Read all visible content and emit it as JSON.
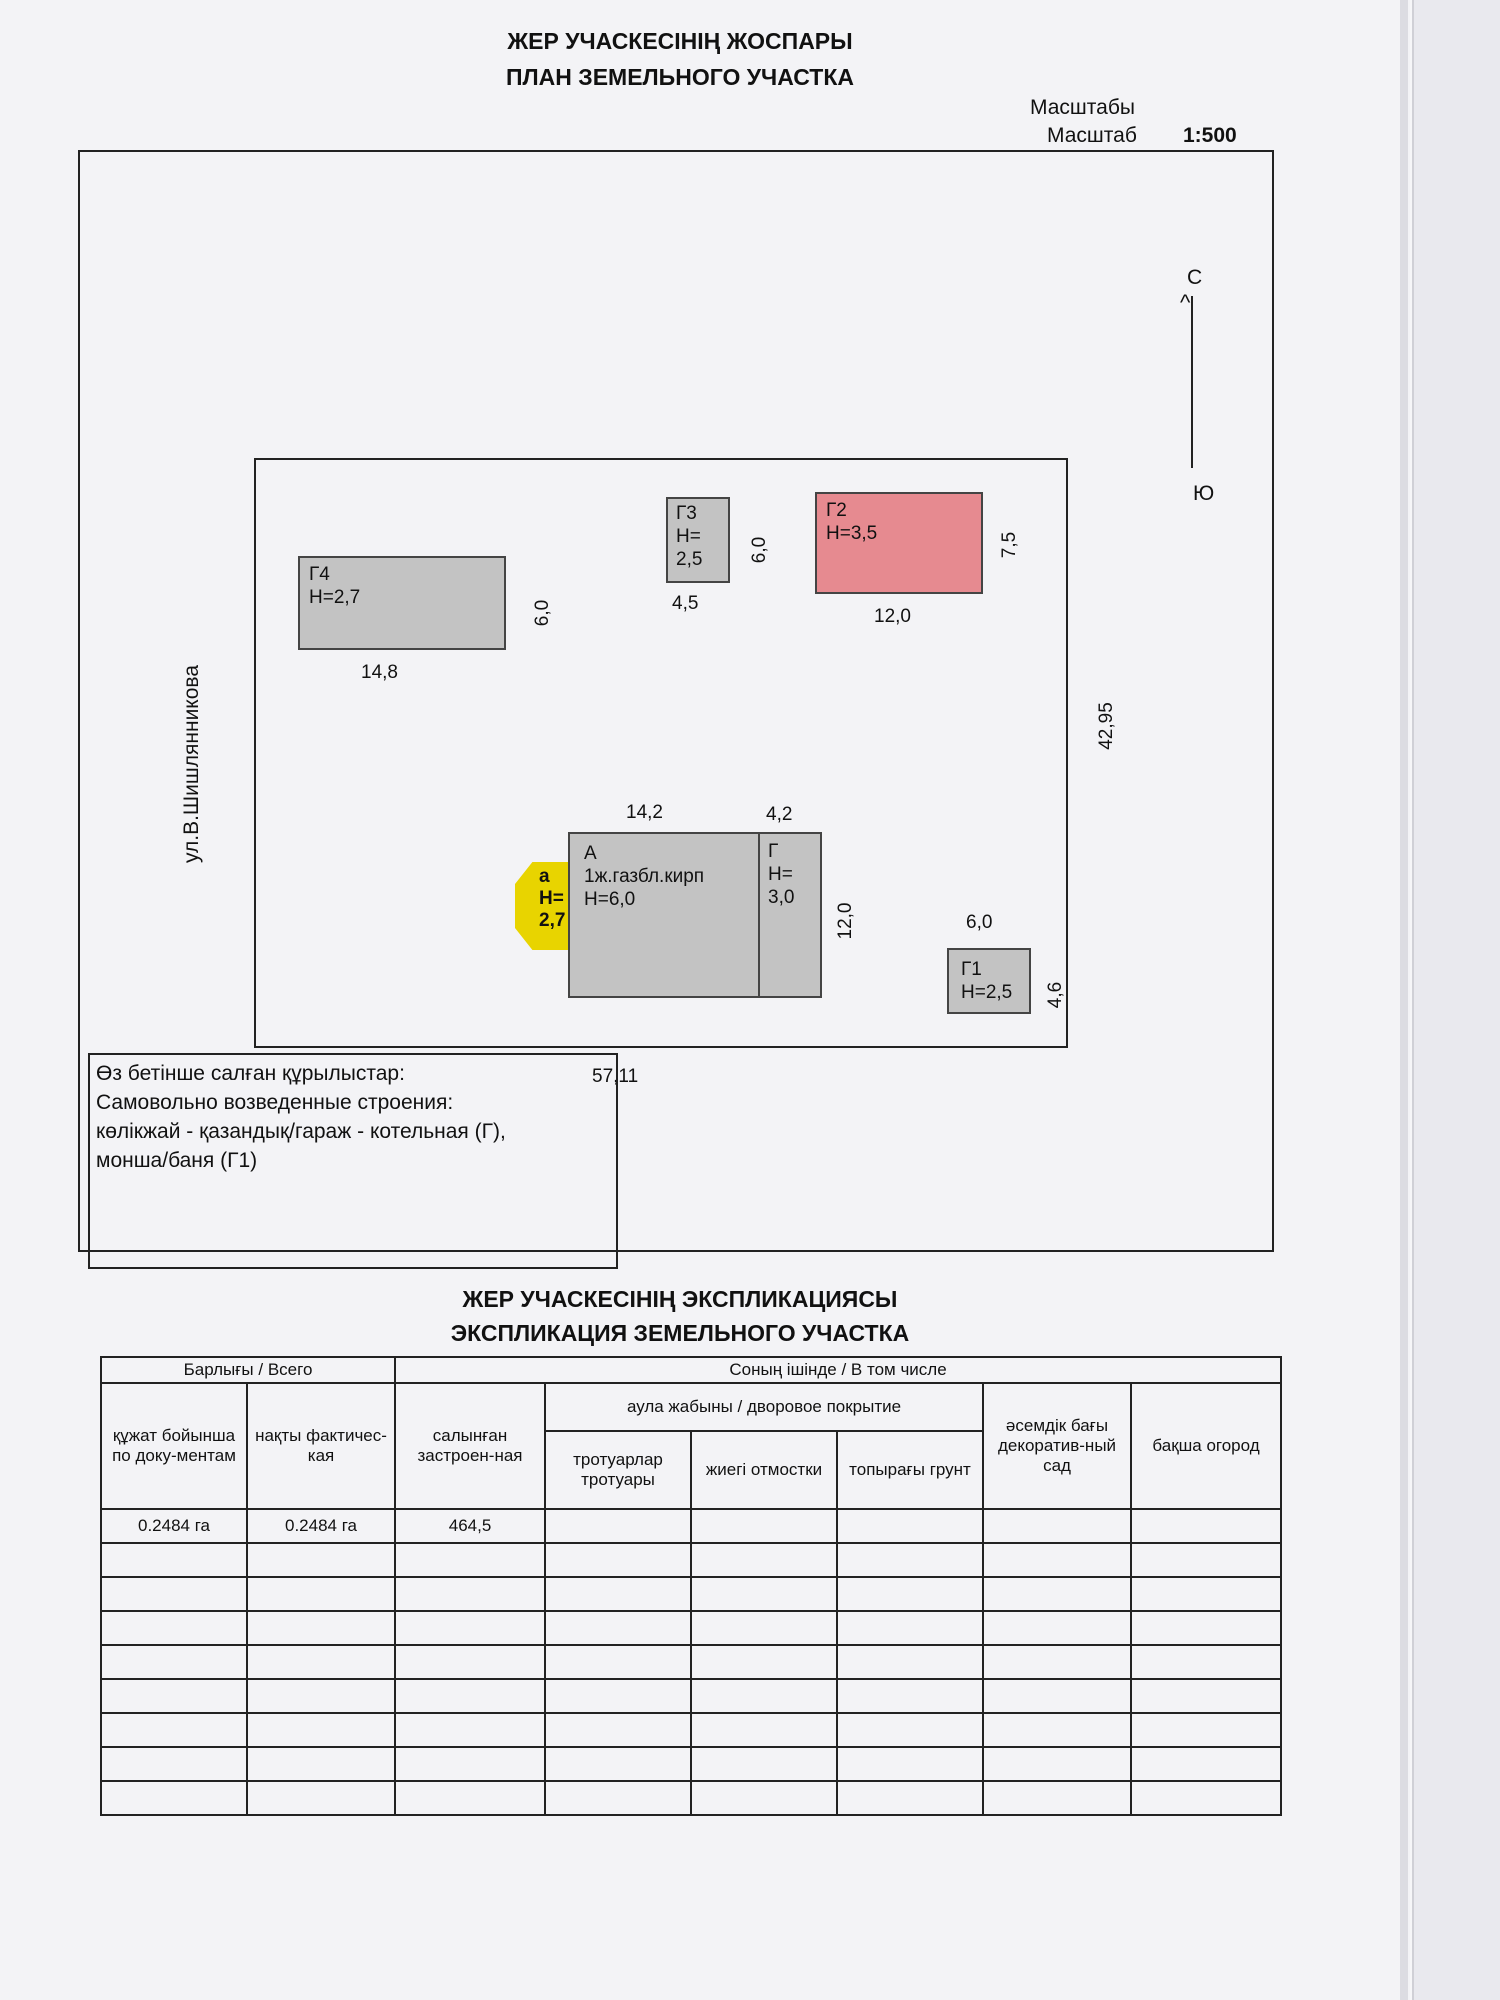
{
  "header": {
    "title_kz": "ЖЕР УЧАСКЕСІНІҢ ЖОСПАРЫ",
    "title_ru": "ПЛАН ЗЕМЕЛЬНОГО УЧАСТКА",
    "scale_label_kz": "Масштабы",
    "scale_label_ru": "Масштаб",
    "scale_value": "1:500"
  },
  "plan": {
    "compass_north": "С",
    "compass_south": "Ю",
    "street": "ул.В.Шишлянникова",
    "dim_width_bottom": "57,11",
    "dim_height_right": "42,95",
    "buildings": {
      "g4": {
        "label": "Г4",
        "h": "H=2,7",
        "w_dim": "14,8",
        "h_dim": "6,0"
      },
      "g3": {
        "label": "Г3",
        "h1": "H=",
        "h2": "2,5",
        "w_dim": "4,5",
        "h_dim": "6,0"
      },
      "g2": {
        "label": "Г2",
        "h": "H=3,5",
        "w_dim": "12,0",
        "h_dim": "7,5"
      },
      "a": {
        "label": "А",
        "material": "1ж.газбл.кирп",
        "h": "H=6,0",
        "w_dim": "14,2",
        "h_dim": "12,0"
      },
      "g": {
        "label": "Г",
        "h1": "H=",
        "h2": "3,0",
        "w_dim": "4,2"
      },
      "a_small": {
        "label": "а",
        "h1": "H=",
        "h2": "2,7"
      },
      "g1": {
        "label": "Г1",
        "h": "H=2,5",
        "w_dim": "6,0",
        "h_dim": "4,6"
      }
    },
    "note": {
      "line1": "Өз бетінше салған құрылыстар:",
      "line2": "Самовольно возведенные строения:",
      "line3": " көлікжай - қазандық/гараж - котельная (Г),",
      "line4": "монша/баня (Г1)"
    }
  },
  "explication": {
    "title_kz": "ЖЕР УЧАСКЕСІНІҢ ЭКСПЛИКАЦИЯСЫ",
    "title_ru": "ЭКСПЛИКАЦИЯ ЗЕМЕЛЬНОГО УЧАСТКА",
    "group_total": "Барлығы / Всего",
    "group_incl": "Соның ішінде / В том числе",
    "group_yard": "аула жабыны / дворовое покрытие",
    "col_doc": "құжат бойынша по доку-ментам",
    "col_fact": "нақты фактичес-кая",
    "col_built": "салынған застроен-ная",
    "col_sidewalk": "тротуарлар тротуары",
    "col_blind": "жиегі отмостки",
    "col_soil": "топырағы грунт",
    "col_garden": "әсемдік бағы декоратив-ный сад",
    "col_veg": "бақша огород",
    "row1": {
      "doc": "0.2484 га",
      "fact": "0.2484 га",
      "built": "464,5"
    }
  },
  "colors": {
    "building": "#c3c3c3",
    "g2": "#e68a90",
    "a_small": "#e8d400"
  }
}
